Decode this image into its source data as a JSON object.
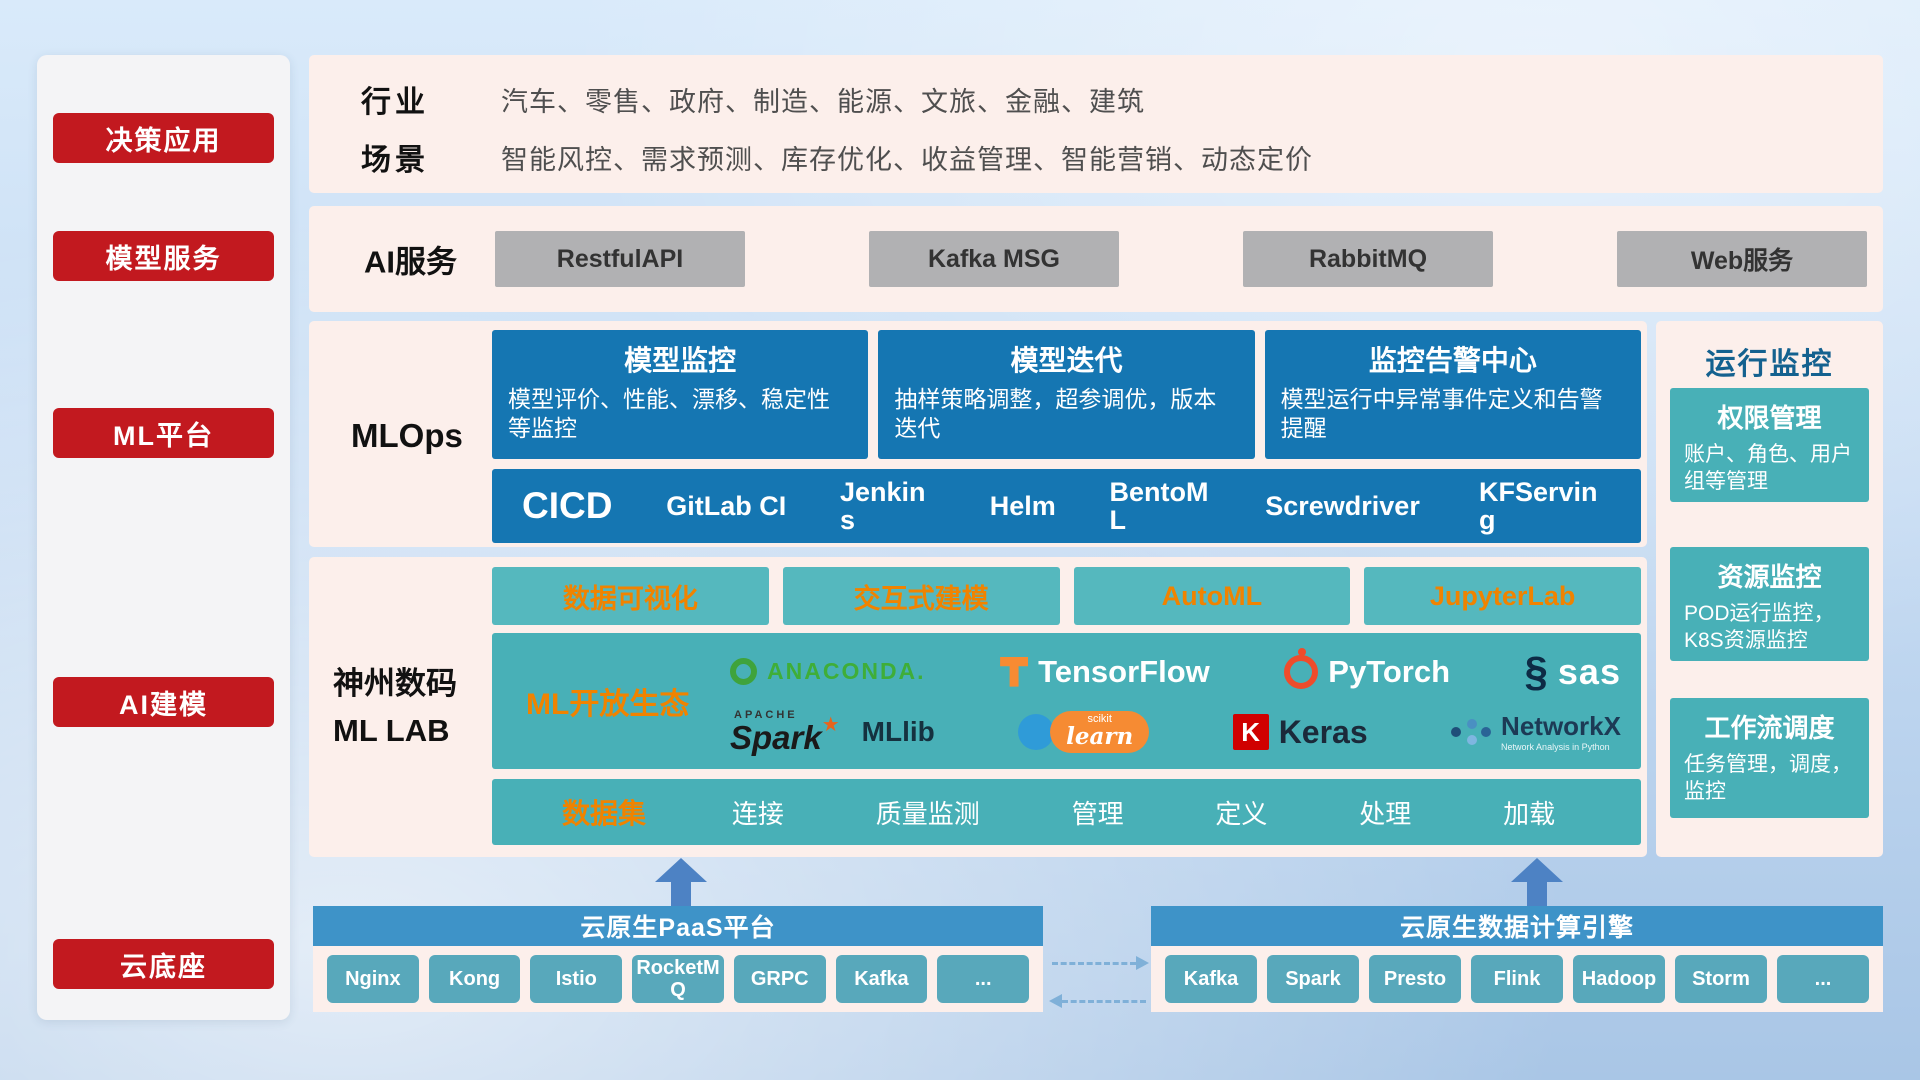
{
  "palette": {
    "red": "#c2191f",
    "blue": "#1576b2",
    "teal": "#48b0b7",
    "teal_light": "#55b8be",
    "orange": "#f08300",
    "panel_pink": "#fcefeb",
    "bar_blue": "#3e93c8",
    "gray_btn": "#b1b1b3",
    "arrow_blue": "#4d82c4"
  },
  "sidebar": {
    "items": [
      "决策应用",
      "模型服务",
      "ML平台",
      "AI建模",
      "云底座"
    ]
  },
  "industry": {
    "rows": [
      {
        "label": "行业",
        "text": "汽车、零售、政府、制造、能源、文旅、金融、建筑"
      },
      {
        "label": "场景",
        "text": "智能风控、需求预测、库存优化、收益管理、智能营销、动态定价"
      }
    ]
  },
  "ai_service": {
    "label": "AI服务",
    "items": [
      "RestfulAPI",
      "Kafka MSG",
      "RabbitMQ",
      "Web服务"
    ]
  },
  "mlops": {
    "label": "MLOps",
    "cards": [
      {
        "title": "模型监控",
        "desc": "模型评价、性能、漂移、稳定性等监控"
      },
      {
        "title": "模型迭代",
        "desc": "抽样策略调整，超参调优，版本迭代"
      },
      {
        "title": "监控告警中心",
        "desc": "模型运行中异常事件定义和告警提醒"
      }
    ],
    "cicd_label": "CICD",
    "cicd_items": [
      "GitLab CI",
      "Jenkins",
      "Helm",
      "BentoML",
      "Screwdriver",
      "KFServing"
    ]
  },
  "mllab": {
    "label_line1": "神州数码",
    "label_line2": "ML LAB",
    "tools": [
      "数据可视化",
      "交互式建模",
      "AutoML",
      "JupyterLab"
    ],
    "ecosystem_title": "ML开放生态",
    "logos": {
      "anaconda": "ANACONDA.",
      "tensorflow": "TensorFlow",
      "pytorch": "PyTorch",
      "sas": "sas",
      "spark_apache": "APACHE",
      "spark": "Spark",
      "mllib": "MLlib",
      "sklearn_top": "scikit",
      "sklearn": "learn",
      "keras_letter": "K",
      "keras": "Keras",
      "networkx": "NetworkX",
      "networkx_sub": "Network Analysis in Python"
    },
    "dataset_label": "数据集",
    "dataset_items": [
      "连接",
      "质量监测",
      "管理",
      "定义",
      "处理",
      "加载"
    ]
  },
  "monitoring": {
    "title": "运行监控",
    "cards": [
      {
        "title": "权限管理",
        "desc": "账户、角色、用户组等管理"
      },
      {
        "title": "资源监控",
        "desc": "POD运行监控，K8S资源监控"
      },
      {
        "title": "工作流调度",
        "desc": "任务管理，调度，监控"
      }
    ]
  },
  "cloud": {
    "paas": {
      "title": "云原生PaaS平台",
      "items": [
        "Nginx",
        "Kong",
        "Istio",
        "RocketMQ",
        "GRPC",
        "Kafka",
        "..."
      ]
    },
    "engine": {
      "title": "云原生数据计算引擎",
      "items": [
        "Kafka",
        "Spark",
        "Presto",
        "Flink",
        "Hadoop",
        "Storm",
        "..."
      ]
    }
  }
}
